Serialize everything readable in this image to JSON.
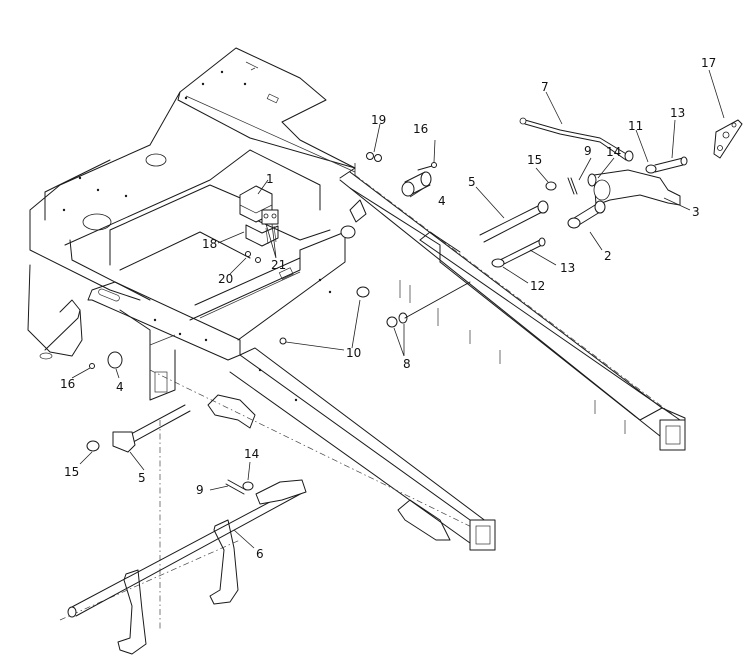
{
  "diagram": {
    "type": "exploded-parts-view",
    "callouts": [
      {
        "key": "c1",
        "text": "1"
      },
      {
        "key": "c2",
        "text": "2"
      },
      {
        "key": "c3",
        "text": "3"
      },
      {
        "key": "c4a",
        "text": "4"
      },
      {
        "key": "c4b",
        "text": "4"
      },
      {
        "key": "c5a",
        "text": "5"
      },
      {
        "key": "c5b",
        "text": "5"
      },
      {
        "key": "c6",
        "text": "6"
      },
      {
        "key": "c7",
        "text": "7"
      },
      {
        "key": "c8",
        "text": "8"
      },
      {
        "key": "c9a",
        "text": "9"
      },
      {
        "key": "c9b",
        "text": "9"
      },
      {
        "key": "c10",
        "text": "10"
      },
      {
        "key": "c11",
        "text": "11"
      },
      {
        "key": "c12",
        "text": "12"
      },
      {
        "key": "c13a",
        "text": "13"
      },
      {
        "key": "c13b",
        "text": "13"
      },
      {
        "key": "c14a",
        "text": "14"
      },
      {
        "key": "c14b",
        "text": "14"
      },
      {
        "key": "c15a",
        "text": "15"
      },
      {
        "key": "c15b",
        "text": "15"
      },
      {
        "key": "c16a",
        "text": "16"
      },
      {
        "key": "c16b",
        "text": "16"
      },
      {
        "key": "c17",
        "text": "17"
      },
      {
        "key": "c18",
        "text": "18"
      },
      {
        "key": "c19",
        "text": "19"
      },
      {
        "key": "c20",
        "text": "20"
      },
      {
        "key": "c21",
        "text": "21"
      }
    ]
  }
}
